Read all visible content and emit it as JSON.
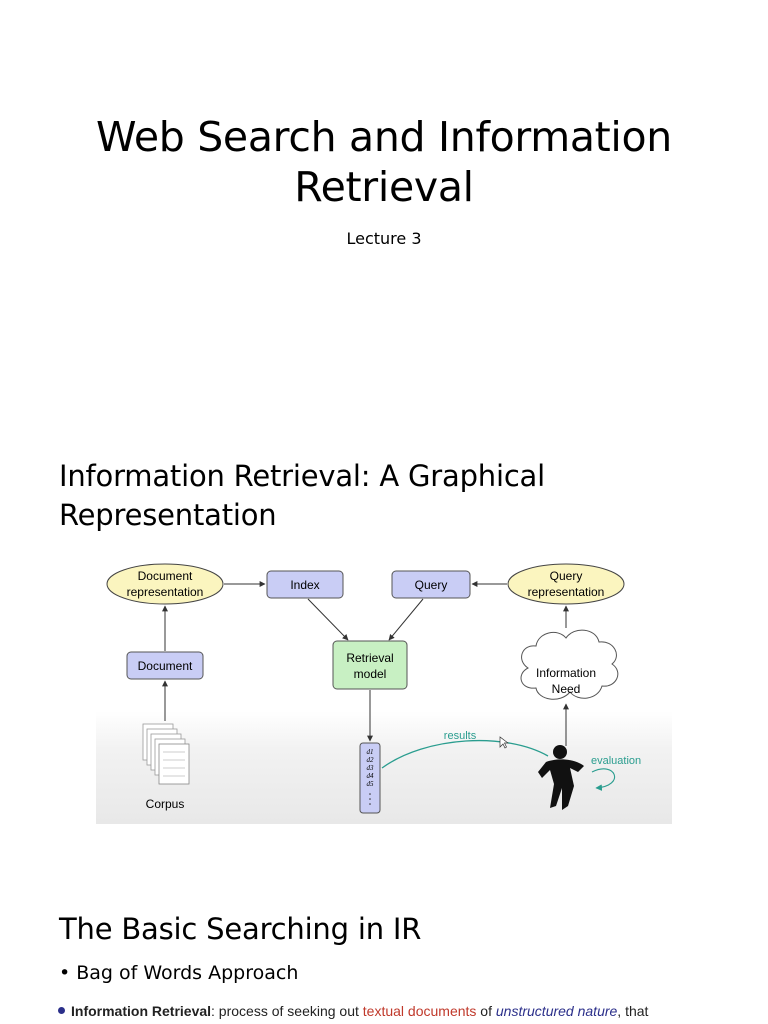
{
  "slide1": {
    "title_line1": "Web Search and Information",
    "title_line2": "Retrieval",
    "subtitle": "Lecture 3"
  },
  "slide2": {
    "heading_line1": "Information Retrieval: A Graphical",
    "heading_line2": "Representation",
    "diagram": {
      "doc_rep_line1": "Document",
      "doc_rep_line2": "representation",
      "index": "Index",
      "query": "Query",
      "query_rep_line1": "Query",
      "query_rep_line2": "representation",
      "document": "Document",
      "retrieval_line1": "Retrieval",
      "retrieval_line2": "model",
      "info_line1": "Information",
      "info_line2": "Need",
      "corpus": "Corpus",
      "results": "results",
      "evaluation": "evaluation",
      "d1": "d1",
      "d2": "d2",
      "d3": "d3",
      "d4": "d4",
      "d5": "d5",
      "colors": {
        "ellipse_fill": "#fbf5bf",
        "box_fill": "#c9cdf5",
        "green_fill": "#c8f0c3",
        "teal": "#2a9d8f"
      }
    }
  },
  "slide3": {
    "heading": "The Basic Searching in IR",
    "bullet": "Bag of Words Approach",
    "definition": {
      "term": "Information Retrieval",
      "part1": ": process of seeking out ",
      "red": "textual documents",
      "part2": " of ",
      "blue": "unstructured nature",
      "part3": ", that"
    }
  }
}
